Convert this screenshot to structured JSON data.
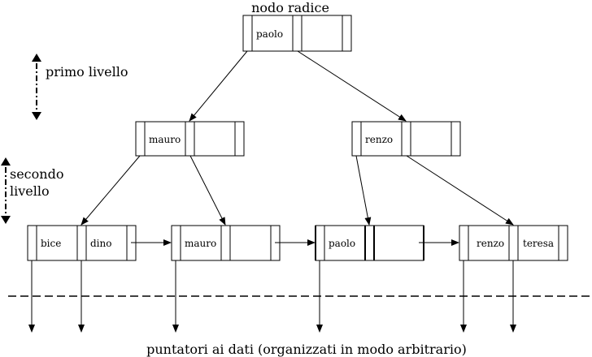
{
  "title": "nodo radice",
  "levels": {
    "first": "primo livello",
    "second_line1": "secondo",
    "second_line2": "livello"
  },
  "root": {
    "keys": [
      "paolo"
    ]
  },
  "internal": [
    {
      "keys": [
        "mauro"
      ]
    },
    {
      "keys": [
        "renzo"
      ]
    }
  ],
  "leaves": [
    {
      "keys": [
        "bice",
        "dino"
      ]
    },
    {
      "keys": [
        "mauro"
      ]
    },
    {
      "keys": [
        "paolo"
      ]
    },
    {
      "keys": [
        "renzo",
        "teresa"
      ]
    }
  ],
  "footer": "puntatori ai dati (organizzati in modo arbitrario)"
}
